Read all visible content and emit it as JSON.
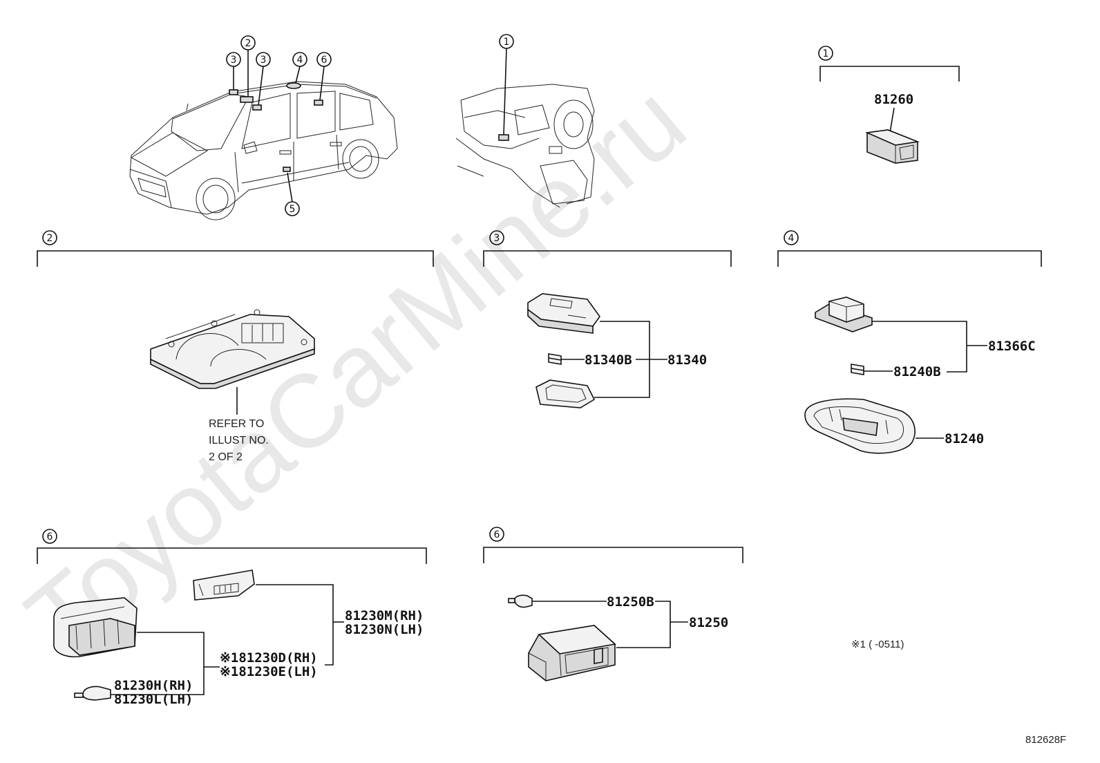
{
  "watermark": "ToyotaCarMine.ru",
  "diagram_code": "812628F",
  "overview": {
    "car_callouts": [
      "3",
      "2",
      "3",
      "4",
      "6",
      "5"
    ],
    "dash_callout": "1"
  },
  "sections": {
    "s1": {
      "callout": "1",
      "parts": [
        "81260"
      ]
    },
    "s2": {
      "callout": "2",
      "note_lines": [
        "REFER TO",
        "ILLUST NO.",
        "2 OF 2"
      ]
    },
    "s3": {
      "callout": "3",
      "parts": [
        "81340B",
        "81340"
      ]
    },
    "s4": {
      "callout": "4",
      "parts": [
        "81366C",
        "81240B",
        "81240"
      ]
    },
    "s6a": {
      "callout": "6",
      "parts": [
        "81230M(RH)",
        "81230N(LH)",
        "※181230D(RH)",
        "※181230E(LH)",
        "81230H(RH)",
        "81230L(LH)"
      ]
    },
    "s6b": {
      "callout": "6",
      "parts": [
        "81250B",
        "81250"
      ]
    }
  },
  "footnote": "※1 (      -0511)"
}
